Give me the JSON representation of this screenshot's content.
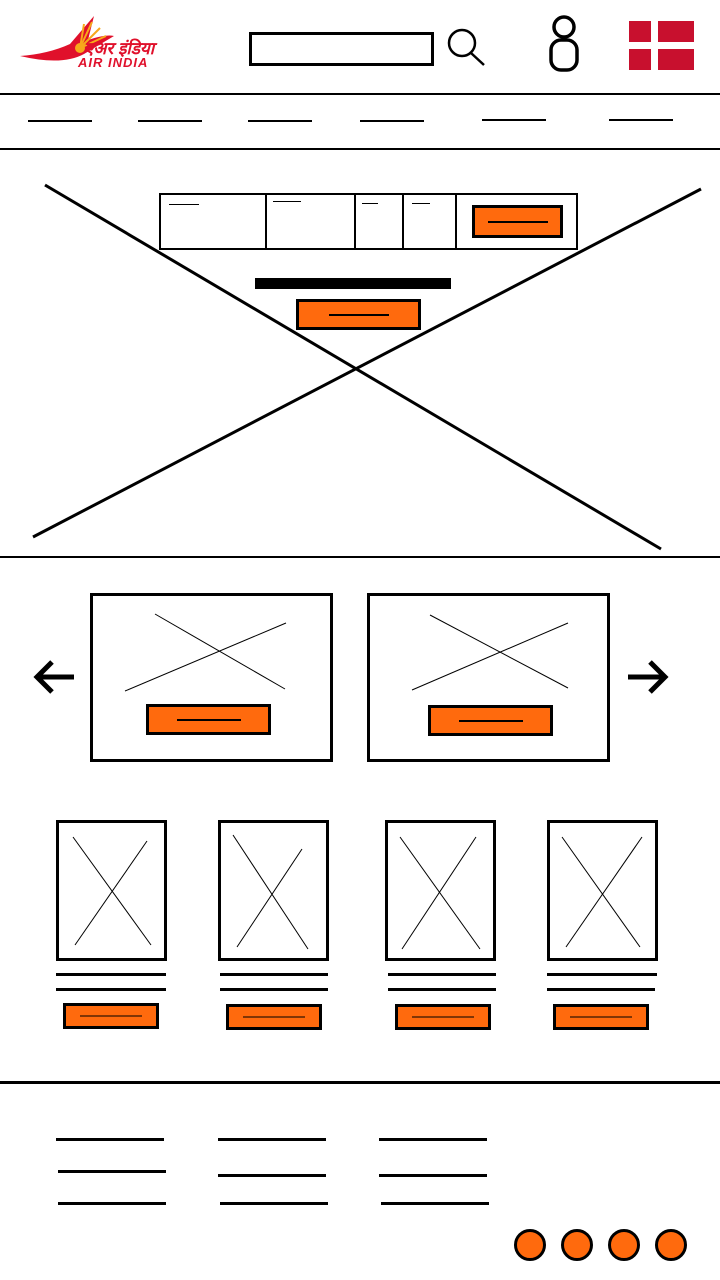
{
  "header": {
    "logo": {
      "hindi_text": "एअर इंडिया",
      "english_text": "AIR INDIA",
      "brand_color": "#e0102b"
    },
    "search": {
      "placeholder": "",
      "value": "",
      "icon": "search-icon"
    },
    "user_icon": "user-icon",
    "flag": {
      "icon": "denmark-flag-icon",
      "color": "#c8102e"
    }
  },
  "nav": {
    "items": [
      "",
      "",
      "",
      "",
      "",
      ""
    ]
  },
  "hero": {
    "booking_fields": [
      "",
      "",
      "",
      ""
    ],
    "search_button_label": "",
    "headline": "",
    "cta_label": ""
  },
  "carousel": {
    "prev_icon": "arrow-left-icon",
    "next_icon": "arrow-right-icon",
    "cards": [
      {
        "button_label": ""
      },
      {
        "button_label": ""
      }
    ]
  },
  "products": [
    {
      "title": "",
      "subtitle": "",
      "button_label": ""
    },
    {
      "title": "",
      "subtitle": "",
      "button_label": ""
    },
    {
      "title": "",
      "subtitle": "",
      "button_label": ""
    },
    {
      "title": "",
      "subtitle": "",
      "button_label": ""
    }
  ],
  "footer": {
    "columns": [
      [
        "",
        "",
        ""
      ],
      [
        "",
        "",
        ""
      ],
      [
        "",
        "",
        ""
      ]
    ],
    "social_count": 4
  },
  "colors": {
    "accent": "#ff6a0d",
    "ink": "#000000",
    "background": "#ffffff"
  }
}
